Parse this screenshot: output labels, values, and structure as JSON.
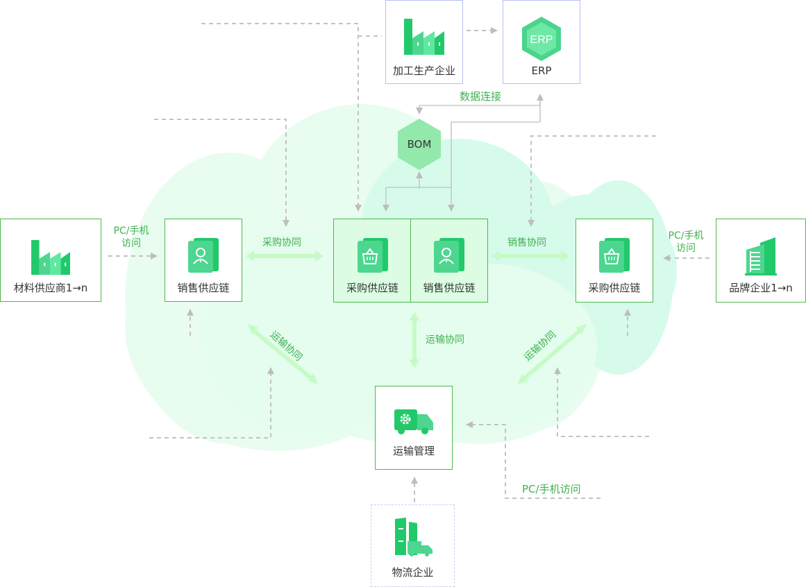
{
  "diagram": {
    "top_nodes": {
      "processing": {
        "label": "加工生产企业",
        "icon": "factory-icon"
      },
      "erp": {
        "label": "ERP",
        "badge": "ERP",
        "icon": "erp-hexagon-icon"
      }
    },
    "data_connection_label": "数据连接",
    "bom": {
      "label": "BOM"
    },
    "left_supplier": {
      "label": "材料供应商1→n",
      "icon": "factory-icon"
    },
    "left_access": {
      "line1": "PC/手机",
      "line2": "访问"
    },
    "left_sales_chain": {
      "label": "销售供应链",
      "icon": "user-card-icon"
    },
    "purchase_collab": "采购协同",
    "center_purchase_chain": {
      "label": "采购供应链",
      "icon": "basket-card-icon"
    },
    "center_sales_chain": {
      "label": "销售供应链",
      "icon": "user-card-icon"
    },
    "sales_collab": "销售协同",
    "right_purchase_chain": {
      "label": "采购供应链",
      "icon": "basket-card-icon"
    },
    "right_access": {
      "line1": "PC/手机",
      "line2": "访问"
    },
    "brand": {
      "label": "品牌企业1→n",
      "icon": "building-icon"
    },
    "transport_collab_left": "运输协同",
    "transport_collab_center": "运输协同",
    "transport_collab_right": "运输协同",
    "transport_mgmt": {
      "label": "运输管理",
      "icon": "truck-gear-icon"
    },
    "bottom_access": "PC/手机访问",
    "logistics": {
      "label": "物流企业",
      "icon": "logistics-icon"
    }
  },
  "colors": {
    "node_border": "#4cb84a",
    "accent_green": "#22c96b",
    "label_green": "#3fb04f",
    "cloud_light": "#e8fdf0",
    "cloud_mint": "#d6fbeb",
    "collab_arrow": "#c6fbc6",
    "dash_gray": "#c2c2c2"
  }
}
